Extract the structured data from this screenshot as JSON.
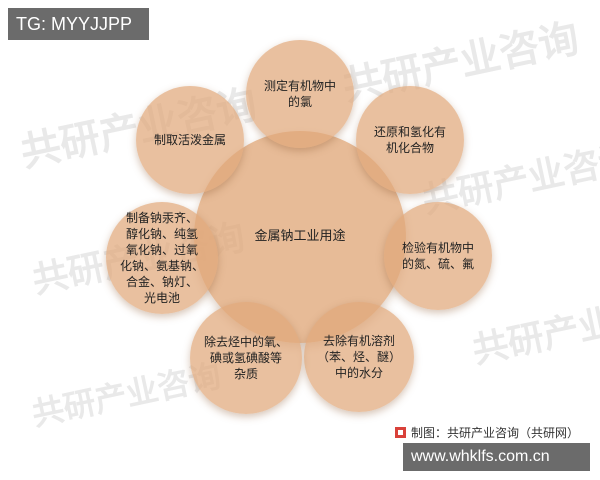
{
  "tg_badge": "TG: MYYJJPP",
  "watermark_text": "共研产业咨询",
  "center_node": "金属钠工业用途",
  "nodes": [
    "测定有机物中\n的氯",
    "还原和氢化有\n机化合物",
    "检验有机物中\n的氮、硫、氟",
    "去除有机溶剂\n（苯、烃、醚）\n中的水分",
    "除去烃中的氧、\n碘或氢碘酸等\n杂质",
    "制备钠汞齐、\n醇化钠、纯氢\n氧化钠、过氧\n化钠、氨基钠、\n合金、钠灯、\n光电池",
    "制取活泼金属"
  ],
  "source": "制图：共研产业咨询（共研网）",
  "url_badge": "www.whklfs.com.cn",
  "colors": {
    "circle_fill": "#e0a87a",
    "badge_bg": "#6b6b6b",
    "logo_red": "#d9413a"
  }
}
